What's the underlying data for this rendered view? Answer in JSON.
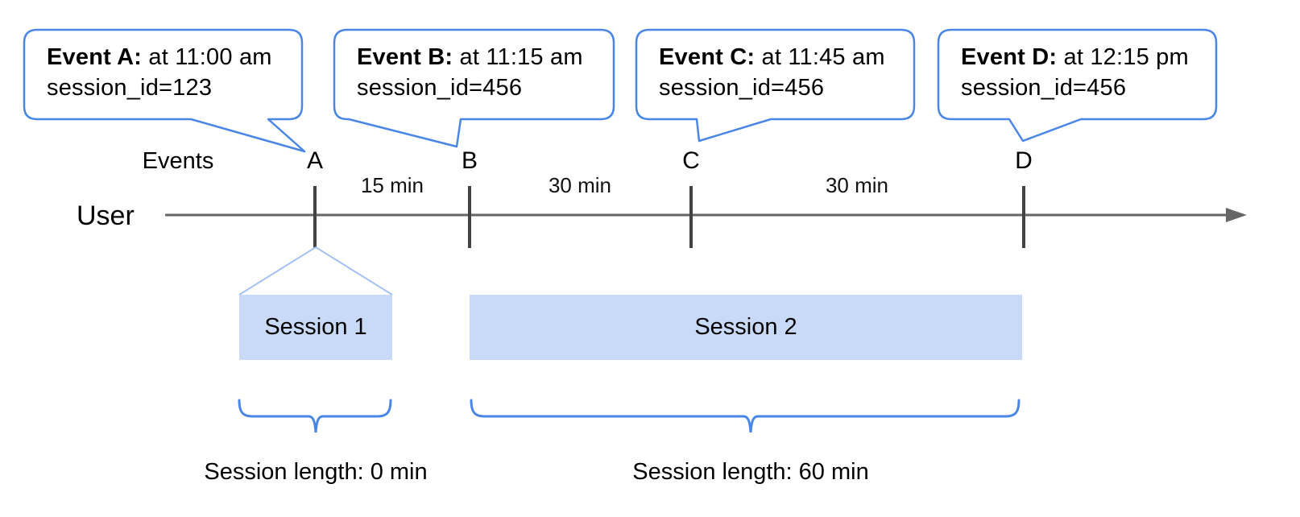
{
  "axis": {
    "events_label": "Events",
    "user_label": "User"
  },
  "bubbles": [
    {
      "title": "Event A:",
      "time": "at 11:00 am",
      "session": "session_id=123"
    },
    {
      "title": "Event B:",
      "time": "at 11:15 am",
      "session": "session_id=456"
    },
    {
      "title": "Event C:",
      "time": "at 11:45 am",
      "session": "session_id=456"
    },
    {
      "title": "Event D:",
      "time": "at 12:15 pm",
      "session": "session_id=456"
    }
  ],
  "events": [
    {
      "label": "A"
    },
    {
      "label": "B"
    },
    {
      "label": "C"
    },
    {
      "label": "D"
    }
  ],
  "gaps": [
    {
      "label": "15 min"
    },
    {
      "label": "30 min"
    },
    {
      "label": "30 min"
    }
  ],
  "sessions": [
    {
      "label": "Session 1",
      "length_label": "Session length: 0 min"
    },
    {
      "label": "Session 2",
      "length_label": "Session length: 60 min"
    }
  ],
  "colors": {
    "callout_blue": "#4a86e8",
    "session_fill": "#c9daf8",
    "funnel_blue": "#a4c2f4",
    "axis_gray": "#666666",
    "tick_gray": "#434343"
  }
}
